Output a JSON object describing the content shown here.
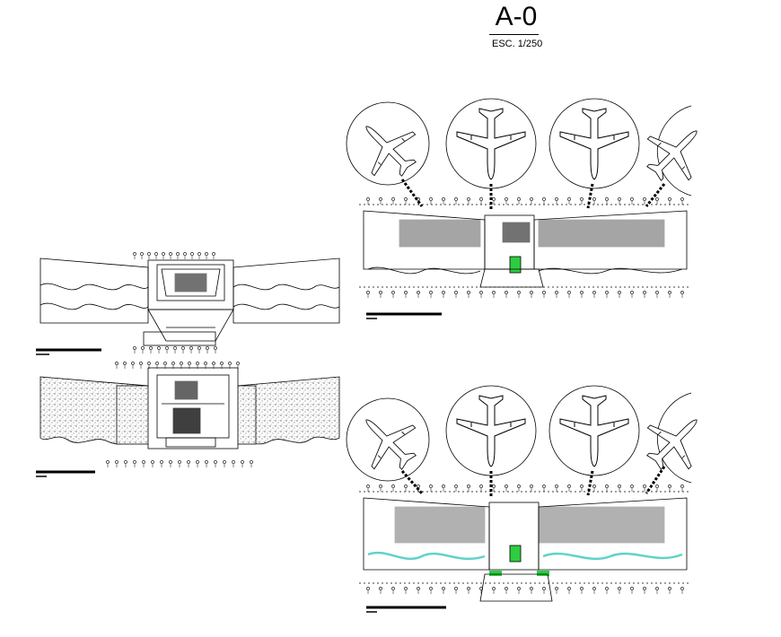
{
  "sheet": {
    "title": "A-0",
    "scale_label": "ESC. 1/250"
  },
  "drawings": [
    {
      "id": "plan-small-upper",
      "type": "site-plan-wings",
      "hatch": false
    },
    {
      "id": "plan-small-lower",
      "type": "site-plan-wings",
      "hatch": true
    },
    {
      "id": "plan-large-upper",
      "type": "terminal-floor-plan",
      "aircraft_positions": 4
    },
    {
      "id": "plan-large-lower",
      "type": "terminal-floor-plan",
      "aircraft_positions": 4
    }
  ],
  "colors": {
    "line": "#000000",
    "green_accent": "#2ecc40",
    "cyan_accent": "#5fd3c8"
  }
}
